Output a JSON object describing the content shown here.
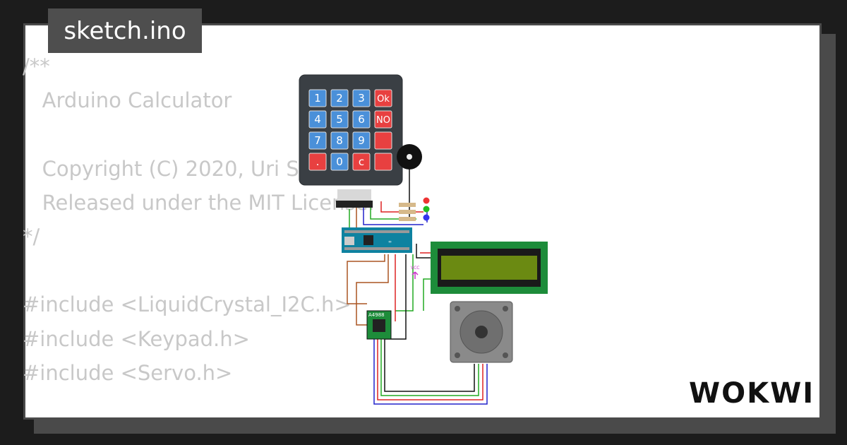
{
  "file_tab": {
    "label": "sketch.ino"
  },
  "code": {
    "lines": [
      "/**",
      "   Arduino Calculator",
      "",
      "   Copyright (C) 2020, Uri Shaked.",
      "   Released under the MIT License.",
      "*/",
      "",
      "#include <LiquidCrystal_I2C.h>",
      "#include <Keypad.h>",
      "#include <Servo.h>"
    ]
  },
  "keypad": {
    "keys": [
      [
        "1",
        "2",
        "3",
        "Ok"
      ],
      [
        "4",
        "5",
        "6",
        "NO"
      ],
      [
        "7",
        "8",
        "9",
        ""
      ],
      [
        ".",
        "0",
        "c",
        ""
      ]
    ]
  },
  "driver_label": "A4988",
  "vcc_label": "VCC",
  "brand": "WOKWI",
  "colors": {
    "background": "#1c1c1c",
    "card": "#ffffff",
    "tab": "#4e4e4e",
    "code_text": "#c8c8c8",
    "key_blue": "#4a90d9",
    "key_red": "#e84040",
    "lcd_board": "#1d8c3a",
    "lcd_screen": "#6b8a12",
    "arduino": "#0e82a0"
  }
}
